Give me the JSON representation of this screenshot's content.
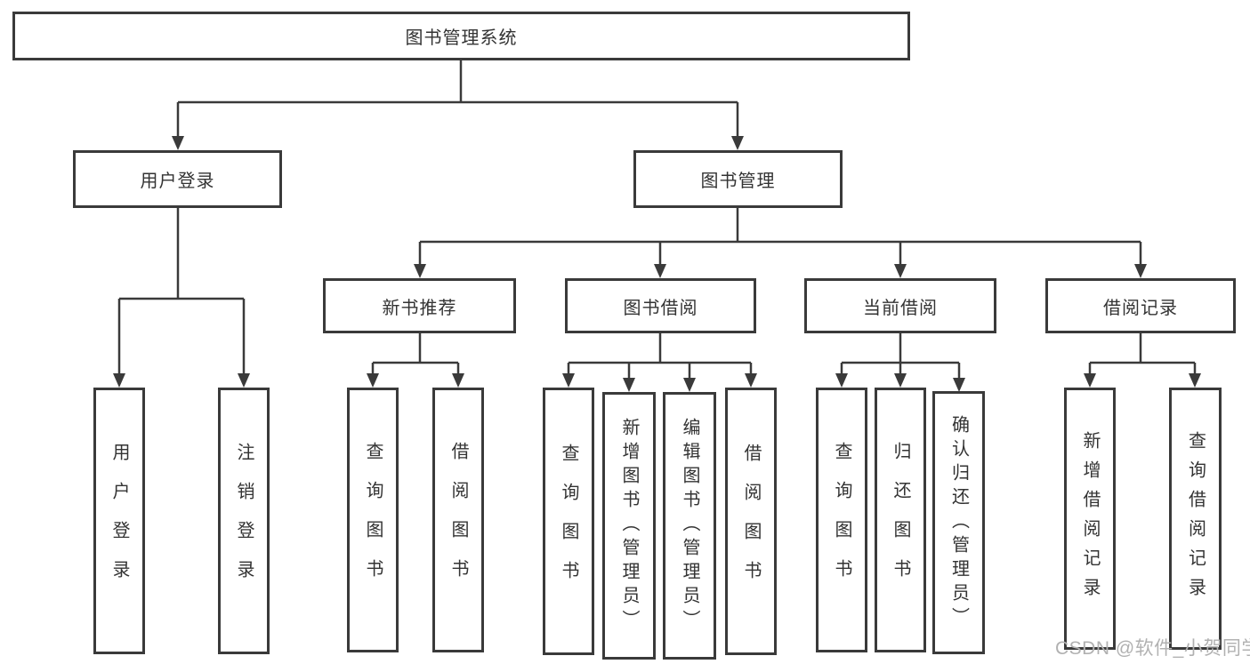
{
  "diagram": {
    "type": "hierarchy-tree",
    "title": "图书管理系统",
    "watermark": "CSDN @软件_小贺同学",
    "colors": {
      "line": "#3a3a3a",
      "box_border": "#3a3a3a",
      "text": "#333333",
      "watermark": "#b1b1b1",
      "background": "#ffffff"
    },
    "tree": {
      "label": "图书管理系统",
      "children": [
        {
          "label": "用户登录",
          "children": [
            {
              "label": "用户登录"
            },
            {
              "label": "注销登录"
            }
          ]
        },
        {
          "label": "图书管理",
          "children": [
            {
              "label": "新书推荐",
              "children": [
                {
                  "label": "查询图书"
                },
                {
                  "label": "借阅图书"
                }
              ]
            },
            {
              "label": "图书借阅",
              "children": [
                {
                  "label": "查询图书"
                },
                {
                  "label": "新增图书（管理员）"
                },
                {
                  "label": "编辑图书（管理员）"
                },
                {
                  "label": "借阅图书"
                }
              ]
            },
            {
              "label": "当前借阅",
              "children": [
                {
                  "label": "查询图书"
                },
                {
                  "label": "归还图书"
                },
                {
                  "label": "确认归还（管理员）"
                }
              ]
            },
            {
              "label": "借阅记录",
              "children": [
                {
                  "label": "新增借阅记录"
                },
                {
                  "label": "查询借阅记录"
                }
              ]
            }
          ]
        }
      ]
    }
  }
}
